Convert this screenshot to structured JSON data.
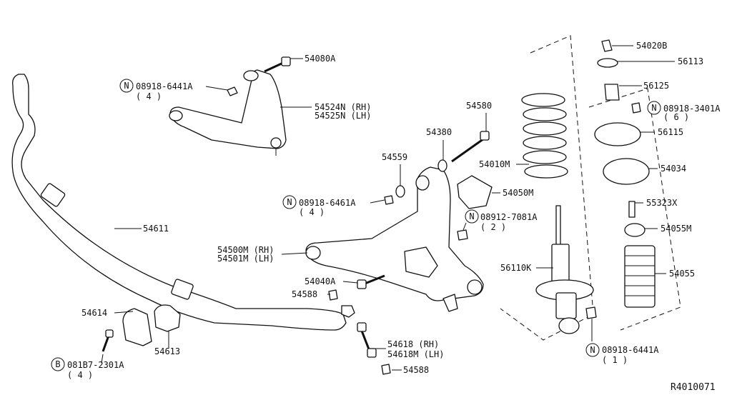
{
  "diagram_code": "R4010071",
  "labels": {
    "p54080A": "54080A",
    "p08918_6441A_top": "08918-6441A",
    "q4_top": "( 4 )",
    "p54524N": "54524N (RH)",
    "p54525N": "54525N (LH)",
    "p54580": "54580",
    "p54380": "54380",
    "p54559": "54559",
    "p54010M": "54010M",
    "p54050M": "54050M",
    "p08918_6461A": "08918-6461A",
    "q4_mid": "( 4 )",
    "p08912_7081A": "08912-7081A",
    "q2": "( 2 )",
    "p54611": "54611",
    "p54500M": "54500M (RH)",
    "p54501M": "54501M (LH)",
    "p54040A": "54040A",
    "p54588_a": "54588",
    "p54614": "54614",
    "p54613": "54613",
    "p54618": "54618  (RH)",
    "p54618M": "54618M (LH)",
    "p54588_b": "54588",
    "p081B7_2301A": "081B7-2301A",
    "q4_bot": "( 4 )",
    "p56110K": "56110K",
    "p08918_6441A_bot": "08918-6441A",
    "q1": "( 1 )",
    "p54020B": "54020B",
    "p56113": "56113",
    "p56125": "56125",
    "p08918_3401A": "08918-3401A",
    "q6": "( 6 )",
    "p56115": "56115",
    "p54034": "54034",
    "p55323X": "55323X",
    "p54055M": "54055M",
    "p54055": "54055"
  },
  "markers": {
    "nut": "N",
    "bolt": "B"
  }
}
